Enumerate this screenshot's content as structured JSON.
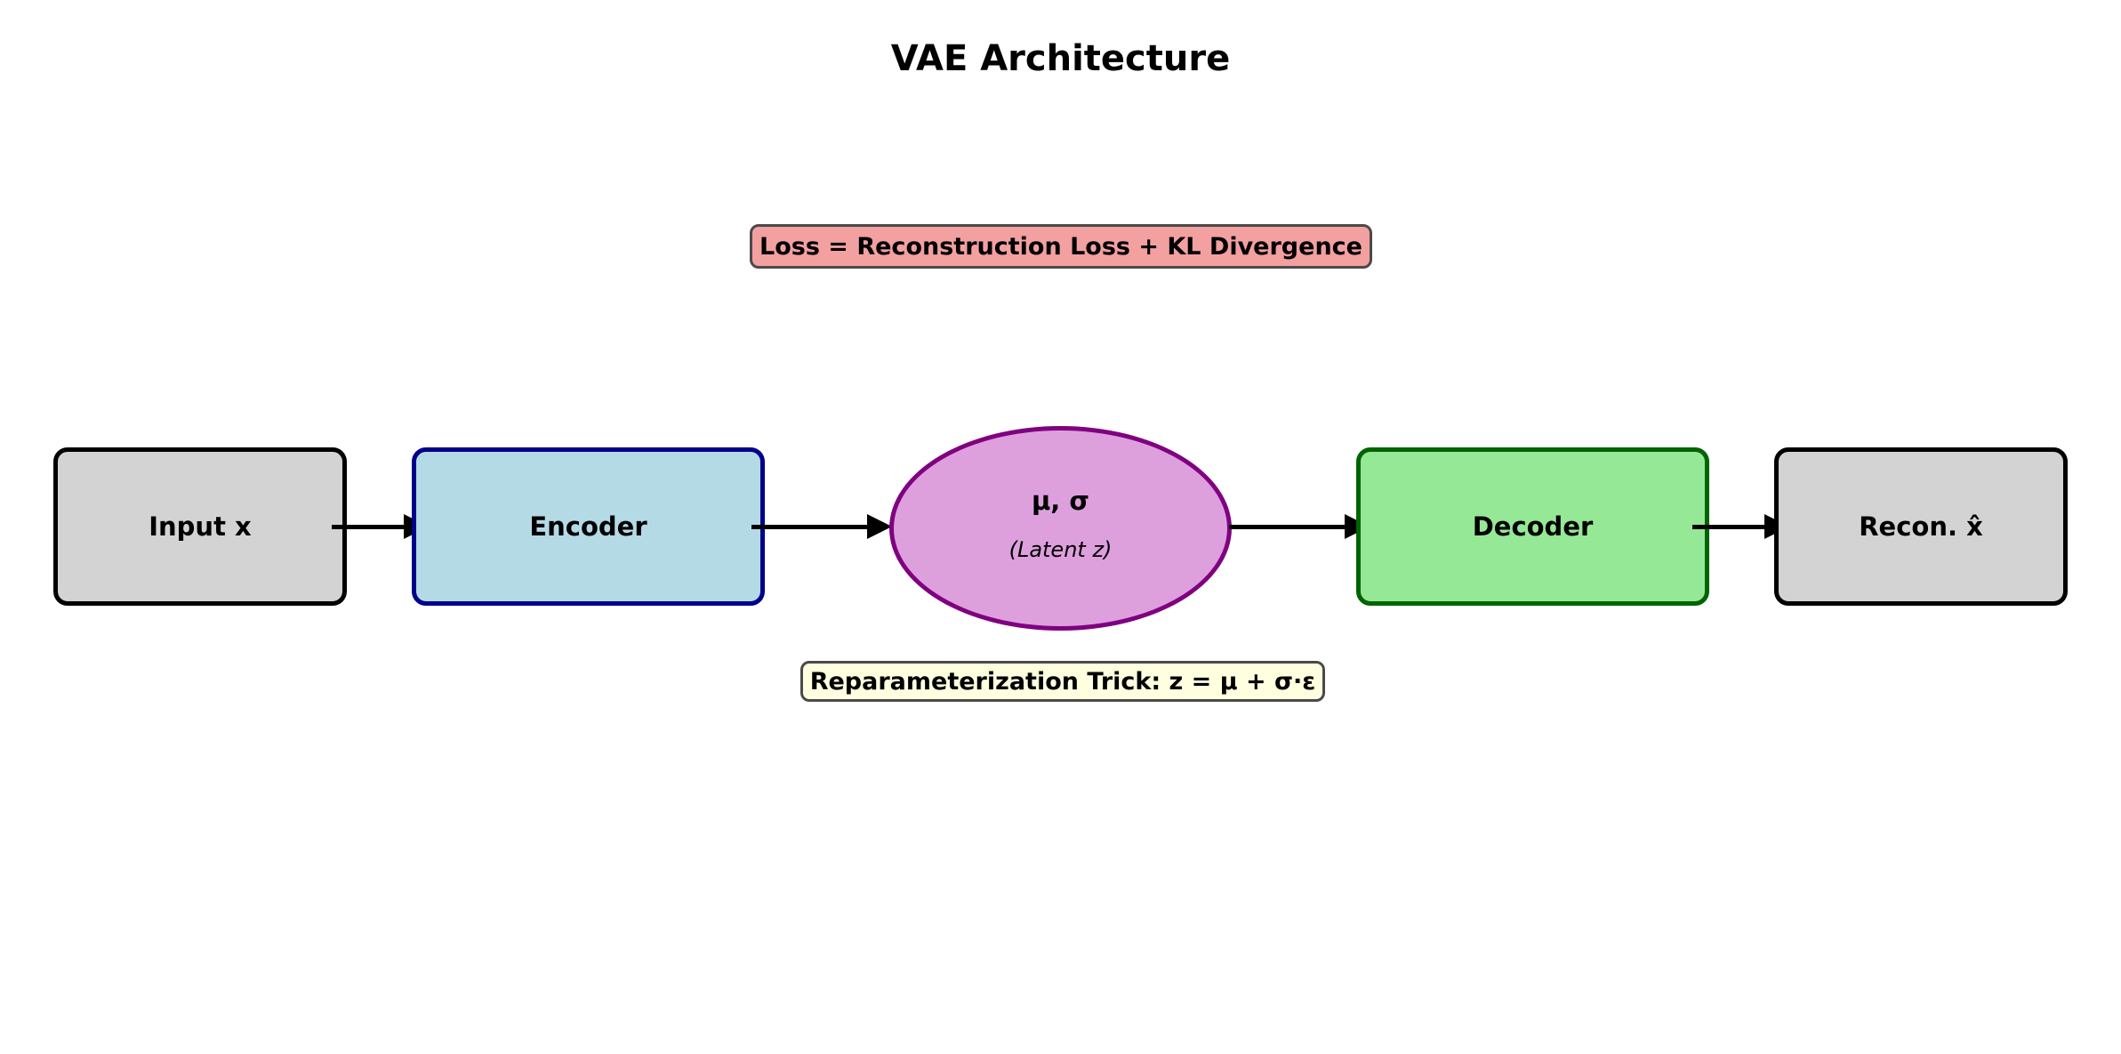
{
  "title": "VAE Architecture",
  "annotations": {
    "loss": {
      "label": "Loss = Reconstruction Loss + KL Divergence",
      "fill": "#F3A0A0",
      "border": "#4a4a4a"
    },
    "reparameterization": {
      "label": "Reparameterization Trick: z = μ + σ·ε",
      "fill": "#FFFFE0",
      "border": "#4a4a4a"
    }
  },
  "nodes": [
    {
      "id": "input",
      "label": "Input x",
      "shape": "rounded-box",
      "fill": "#D3D3D3",
      "border": "#000000"
    },
    {
      "id": "encoder",
      "label": "Encoder",
      "shape": "rounded-box",
      "fill": "#B4DAE6",
      "border": "#00008B"
    },
    {
      "id": "latent",
      "label": "μ, σ",
      "sublabel": "(Latent z)",
      "shape": "ellipse",
      "fill": "#DDA0DD",
      "border": "#800080"
    },
    {
      "id": "decoder",
      "label": "Decoder",
      "shape": "rounded-box",
      "fill": "#95E895",
      "border": "#006400"
    },
    {
      "id": "recon",
      "label": "Recon. x̂",
      "shape": "rounded-box",
      "fill": "#D3D3D3",
      "border": "#000000"
    }
  ],
  "edges": [
    {
      "from": "input",
      "to": "encoder"
    },
    {
      "from": "encoder",
      "to": "latent"
    },
    {
      "from": "latent",
      "to": "decoder"
    },
    {
      "from": "decoder",
      "to": "recon"
    }
  ],
  "arrow_color": "#000000",
  "background": "#ffffff"
}
